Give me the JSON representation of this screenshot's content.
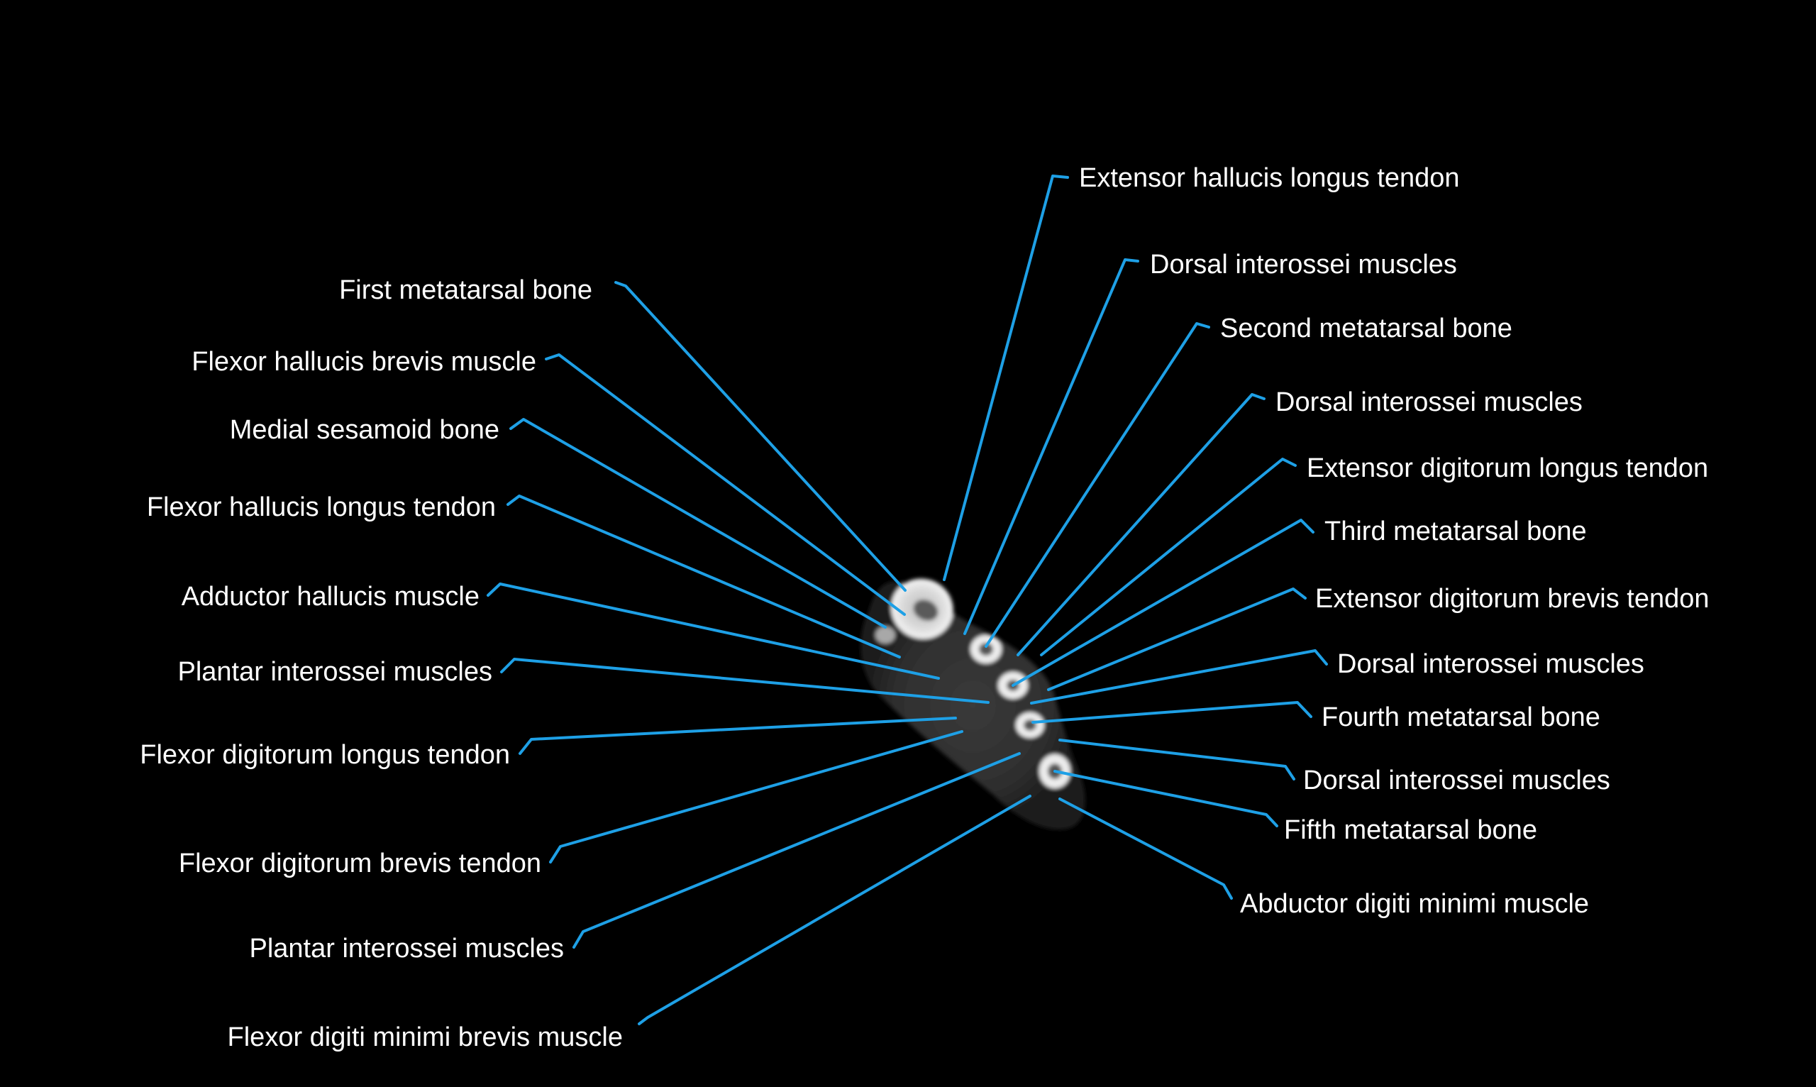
{
  "labels": {
    "first_metatarsal_bone": "First metatarsal bone",
    "flexor_hallucis_brevis_muscle": "Flexor hallucis brevis muscle",
    "medial_sesamoid_bone": "Medial sesamoid bone",
    "flexor_hallucis_longus_tendon": "Flexor hallucis longus tendon",
    "adductor_hallucis_muscle": "Adductor hallucis muscle",
    "plantar_interossei_muscles_1": "Plantar interossei muscles",
    "flexor_digitorum_longus_tendon": "Flexor digitorum longus tendon",
    "flexor_digitorum_brevis_tendon": "Flexor digitorum brevis tendon",
    "plantar_interossei_muscles_2": "Plantar interossei muscles",
    "flexor_digiti_minimi_brevis_muscle": "Flexor digiti minimi brevis muscle",
    "extensor_hallucis_longus_tendon": "Extensor hallucis longus tendon",
    "dorsal_interossei_muscles_1": "Dorsal interossei muscles",
    "second_metatarsal_bone": "Second metatarsal bone",
    "dorsal_interossei_muscles_2": "Dorsal interossei muscles",
    "extensor_digitorum_longus_tendon": "Extensor digitorum longus tendon",
    "third_metatarsal_bone": "Third metatarsal bone",
    "extensor_digitorum_brevis_tendon": "Extensor digitorum brevis tendon",
    "dorsal_interossei_muscles_3": "Dorsal interossei muscles",
    "fourth_metatarsal_bone": "Fourth metatarsal bone",
    "dorsal_interossei_muscles_4": "Dorsal interossei muscles",
    "fifth_metatarsal_bone": "Fifth metatarsal bone",
    "abductor_digiti_minimi_muscle": "Abductor digiti minimi muscle"
  },
  "colors": {
    "background": "#000000",
    "leader_line": "#1ea0e6",
    "label_text": "#ffffff"
  }
}
